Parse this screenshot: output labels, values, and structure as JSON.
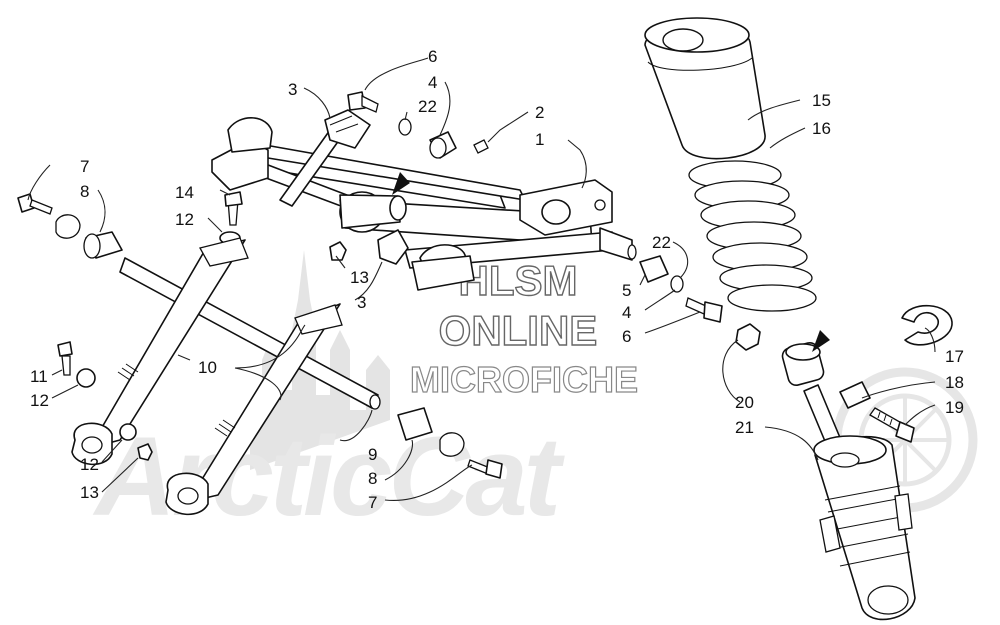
{
  "watermark": {
    "line1": "HLSM",
    "line2": "ONLINE",
    "line3": "MICROFICHE",
    "brand": "ArcticCat"
  },
  "callouts": [
    {
      "id": "c1",
      "text": "1"
    },
    {
      "id": "c2",
      "text": "2"
    },
    {
      "id": "c3a",
      "text": "3"
    },
    {
      "id": "c3b",
      "text": "3"
    },
    {
      "id": "c4a",
      "text": "4"
    },
    {
      "id": "c4b",
      "text": "4"
    },
    {
      "id": "c5",
      "text": "5"
    },
    {
      "id": "c6a",
      "text": "6"
    },
    {
      "id": "c6b",
      "text": "6"
    },
    {
      "id": "c7a",
      "text": "7"
    },
    {
      "id": "c7b",
      "text": "7"
    },
    {
      "id": "c8a",
      "text": "8"
    },
    {
      "id": "c8b",
      "text": "8"
    },
    {
      "id": "c9",
      "text": "9"
    },
    {
      "id": "c10",
      "text": "10"
    },
    {
      "id": "c11",
      "text": "11"
    },
    {
      "id": "c12a",
      "text": "12"
    },
    {
      "id": "c12b",
      "text": "12"
    },
    {
      "id": "c12c",
      "text": "12"
    },
    {
      "id": "c13a",
      "text": "13"
    },
    {
      "id": "c13b",
      "text": "13"
    },
    {
      "id": "c14",
      "text": "14"
    },
    {
      "id": "c15",
      "text": "15"
    },
    {
      "id": "c16",
      "text": "16"
    },
    {
      "id": "c17",
      "text": "17"
    },
    {
      "id": "c18",
      "text": "18"
    },
    {
      "id": "c19",
      "text": "19"
    },
    {
      "id": "c20",
      "text": "20"
    },
    {
      "id": "c21",
      "text": "21"
    },
    {
      "id": "c22a",
      "text": "22"
    },
    {
      "id": "c22b",
      "text": "22"
    }
  ]
}
